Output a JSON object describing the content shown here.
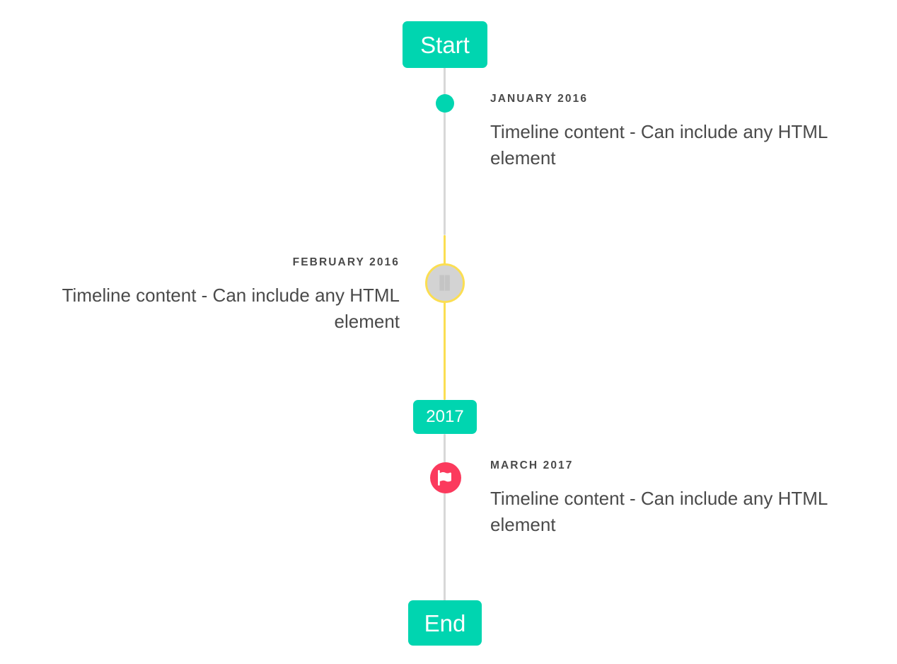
{
  "timeline": {
    "axis": {
      "color_default": "#d8d8d8",
      "color_highlight": "#fbde52"
    },
    "start_badge": {
      "label": "Start",
      "color": "#00d5b0"
    },
    "mid_badge": {
      "label": "2017",
      "color": "#00d5b0"
    },
    "end_badge": {
      "label": "End",
      "color": "#00d5b0"
    },
    "entries": [
      {
        "label": "JANUARY 2016",
        "body": "Timeline content - Can include any HTML element",
        "side": "right",
        "marker": {
          "kind": "dot",
          "icon": "filled-circle-icon",
          "color": "#00d5b0"
        }
      },
      {
        "label": "FEBRUARY 2016",
        "body": "Timeline content - Can include any HTML element",
        "side": "left",
        "marker": {
          "kind": "ring",
          "icon": "missing-glyph-icon",
          "glyph": "␣",
          "fill": "#d3d3d3",
          "ring_color": "#fbde52"
        }
      },
      {
        "label": "MARCH 2017",
        "body": "Timeline content - Can include any HTML element",
        "side": "right",
        "marker": {
          "kind": "badge",
          "icon": "flag-icon",
          "color": "#fb3a5d"
        }
      }
    ]
  }
}
